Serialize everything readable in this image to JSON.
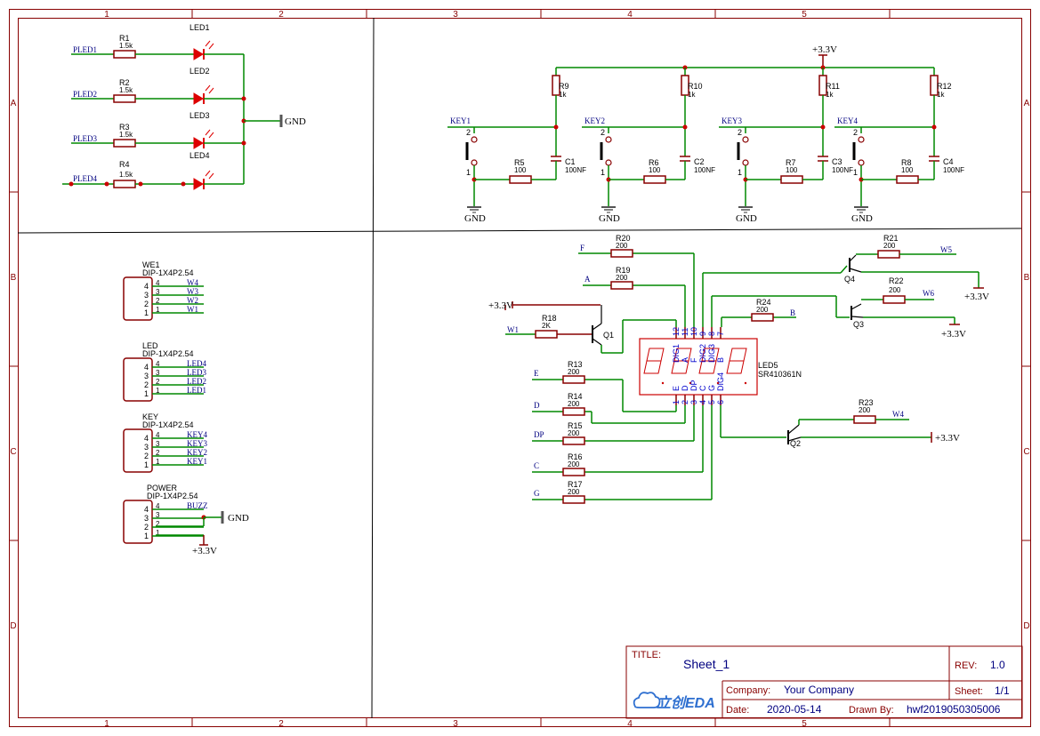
{
  "frame": {
    "columns": [
      "1",
      "2",
      "3",
      "4",
      "5"
    ],
    "rows": [
      "A",
      "B",
      "C",
      "D"
    ]
  },
  "leds": [
    {
      "res": "R1",
      "res_value": "1.5k",
      "net": "PLED1",
      "led_top": "LED1",
      "led_bottom": "LED2"
    },
    {
      "res": "R2",
      "res_value": "1.5k",
      "net": "PLED2",
      "led_bottom": "LED3"
    },
    {
      "res": "R3",
      "res_value": "1.5k",
      "net": "PLED3",
      "led_bottom": "LED4"
    },
    {
      "res": "R4",
      "res_value": "1.5k",
      "net": "PLED4"
    }
  ],
  "gnd": "GND",
  "vcc": "+3.3V",
  "keys": [
    {
      "net": "KEY1",
      "pullup": "R9",
      "pullup_value": "1k",
      "res": "R5",
      "res_value": "100",
      "cap": "C1",
      "cap_value": "100NF"
    },
    {
      "net": "KEY2",
      "pullup": "R10",
      "pullup_value": "1k",
      "res": "R6",
      "res_value": "100",
      "cap": "C2",
      "cap_value": "100NF"
    },
    {
      "net": "KEY3",
      "pullup": "R11",
      "pullup_value": "1k",
      "res": "R7",
      "res_value": "100",
      "cap": "C3",
      "cap_value": "100NF"
    },
    {
      "net": "KEY4",
      "pullup": "R12",
      "pullup_value": "1k",
      "res": "R8",
      "res_value": "100",
      "cap": "C4",
      "cap_value": "100NF"
    }
  ],
  "headers": [
    {
      "name": "WE1",
      "part": "DIP-1X4P2.54",
      "pins": [
        "4",
        "3",
        "2",
        "1"
      ],
      "nets": [
        "W4",
        "W3",
        "W2",
        "W1"
      ]
    },
    {
      "name": "LED",
      "part": "DIP-1X4P2.54",
      "pins": [
        "4",
        "3",
        "2",
        "1"
      ],
      "nets": [
        "LED4",
        "LED3",
        "LED2",
        "LED1"
      ]
    },
    {
      "name": "KEY",
      "part": "DIP-1X4P2.54",
      "pins": [
        "4",
        "3",
        "2",
        "1"
      ],
      "nets": [
        "KEY4",
        "KEY3",
        "KEY2",
        "KEY1"
      ]
    },
    {
      "name": "POWER",
      "part": "DIP-1X4P2.54",
      "pins": [
        "4",
        "3",
        "2",
        "1"
      ],
      "nets": [
        "BUZZ",
        "",
        "",
        ""
      ]
    }
  ],
  "display": {
    "name": "LED5",
    "part": "SR410361N",
    "top_pins": [
      "12",
      "11",
      "10",
      "9",
      "8",
      "7"
    ],
    "top_labels": [
      "DIG1",
      "A",
      "F",
      "DIG2",
      "DIG3",
      "B"
    ],
    "bottom_pins": [
      "1",
      "2",
      "3",
      "4",
      "5",
      "6"
    ],
    "bottom_labels": [
      "E",
      "D",
      "DP",
      "C",
      "G",
      "DIG4"
    ]
  },
  "seg_resistors": [
    {
      "net": "F",
      "ref": "R20",
      "value": "200"
    },
    {
      "net": "A",
      "ref": "R19",
      "value": "200"
    },
    {
      "net": "B",
      "ref": "R24",
      "value": "200"
    },
    {
      "net": "E",
      "ref": "R13",
      "value": "200"
    },
    {
      "net": "D",
      "ref": "R14",
      "value": "200"
    },
    {
      "net": "DP",
      "ref": "R15",
      "value": "200"
    },
    {
      "net": "C",
      "ref": "R16",
      "value": "200"
    },
    {
      "net": "G",
      "ref": "R17",
      "value": "200"
    }
  ],
  "transistors": [
    {
      "ref": "Q1",
      "base_res": "R18",
      "base_value": "2K",
      "net": "W1"
    },
    {
      "ref": "Q4",
      "base_res": "R21",
      "base_value": "200",
      "net": "W5"
    },
    {
      "ref": "Q3",
      "base_res": "R22",
      "base_value": "200",
      "net": "W6"
    },
    {
      "ref": "Q2",
      "base_res": "R23",
      "base_value": "200",
      "net": "W4"
    }
  ],
  "title_block": {
    "title_label": "TITLE:",
    "title": "Sheet_1",
    "rev_label": "REV:",
    "rev": "1.0",
    "company_label": "Company:",
    "company": "Your Company",
    "sheet_label": "Sheet:",
    "sheet": "1/1",
    "date_label": "Date:",
    "date": "2020-05-14",
    "drawn_label": "Drawn By:",
    "drawn_by": "hwf2019050305006",
    "logo": "立创EDA"
  }
}
